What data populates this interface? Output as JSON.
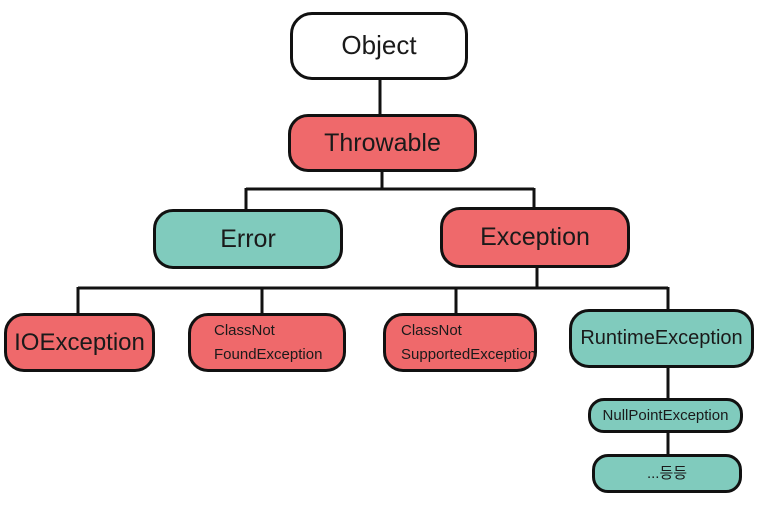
{
  "diagram": {
    "description": "Java exception class hierarchy diagram",
    "colors": {
      "stroke": "#111111",
      "red": "#ef696b",
      "teal": "#80cbbd",
      "white": "#ffffff",
      "background": "#ffffff"
    },
    "nodes": {
      "object": {
        "label": "Object",
        "fill": "white"
      },
      "throwable": {
        "label": "Throwable",
        "fill": "red"
      },
      "error": {
        "label": "Error",
        "fill": "teal"
      },
      "exception": {
        "label": "Exception",
        "fill": "red"
      },
      "io_exception": {
        "label": "IOException",
        "fill": "red"
      },
      "class_not_found_exception": {
        "line1": "ClassNot",
        "line2": "FoundException",
        "fill": "red"
      },
      "class_not_supported_exception": {
        "line1": "ClassNot",
        "line2": "SupportedException",
        "fill": "red"
      },
      "runtime_exception": {
        "label": "RuntimeException",
        "fill": "teal"
      },
      "null_point_exception": {
        "label": "NullPointException",
        "fill": "teal"
      },
      "etc": {
        "label": "...등등",
        "fill": "teal"
      }
    },
    "edges": [
      "object-throwable",
      "throwable-error",
      "throwable-exception",
      "exception-ioexception",
      "exception-classnotfoundexception",
      "exception-classnotsupportedexception",
      "exception-runtimeexception",
      "runtimeexception-nullpointexception",
      "nullpointexception-etc"
    ]
  }
}
